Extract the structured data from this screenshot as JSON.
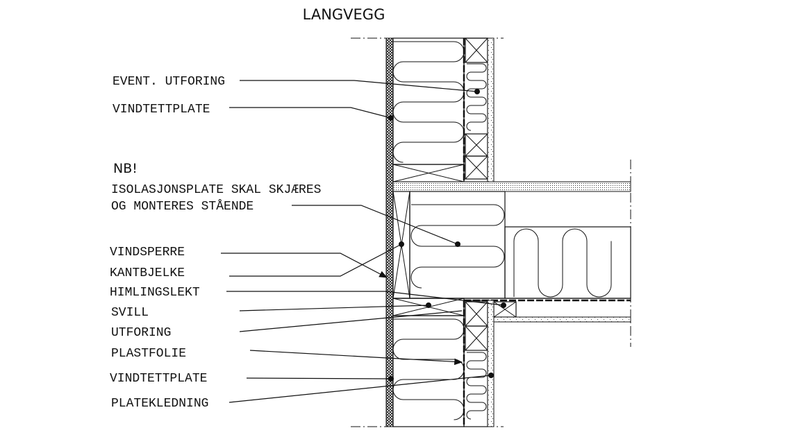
{
  "title": "LANGVEGG",
  "note": "NB!",
  "labels": {
    "event_utforing": "EVENT. UTFORING",
    "vindtettplate_top": "VINDTETTPLATE",
    "isolasjon_line1": "ISOLASJONSPLATE SKAL SKJÆRES",
    "isolasjon_line2": "OG MONTERES STÅENDE",
    "vindsperre": "VINDSPERRE",
    "kantbjelke": "KANTBJELKE",
    "himlingslekt": "HIMLINGSLEKT",
    "svill": "SVILL",
    "utforing": "UTFORING",
    "plastfolie": "PLASTFOLIE",
    "vindtettplate_bottom": "VINDTETTPLATE",
    "platekledning": "PLATEKLEDNING"
  }
}
